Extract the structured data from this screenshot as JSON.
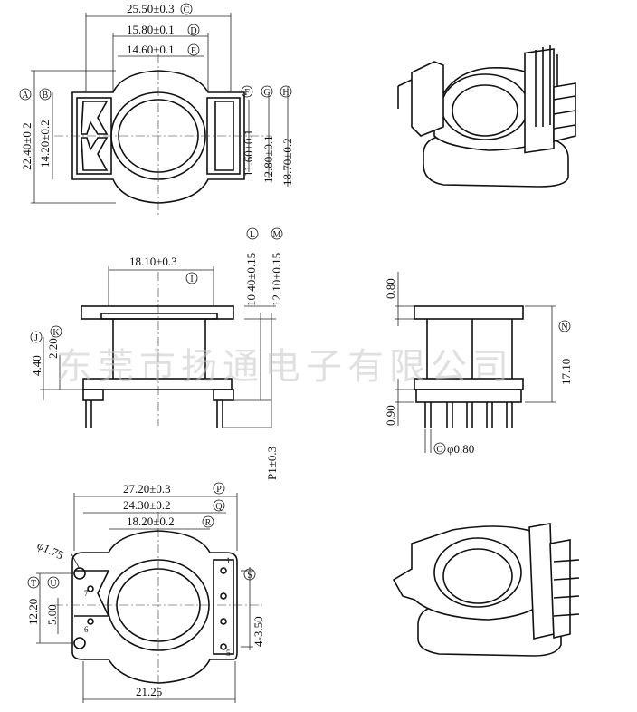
{
  "watermark": "东莞市扬通电子有限公司",
  "top_view": {
    "dims": {
      "overall_width": "25.50±0.3",
      "overall_width_ref": "C",
      "mid_width": "15.80±0.1",
      "mid_width_ref": "D",
      "inner_width": "14.60±0.1",
      "inner_width_ref": "E",
      "overall_height": "22.40±0.2",
      "overall_height_ref": "A",
      "slot_height": "14.20±0.2",
      "slot_height_ref": "B",
      "bore_height": "11.60±0.1",
      "bore_height_ref": "F",
      "mid_height": "12.80±0.1",
      "mid_height_ref": "G",
      "flange_height": "18.70±0.2",
      "flange_height_ref": "H"
    }
  },
  "side_view": {
    "dims": {
      "winding_width": "18.10±0.3",
      "winding_width_ref": "I",
      "height_l": "10.40±0.15",
      "height_l_ref": "L",
      "height_m": "12.10±0.15",
      "height_m_ref": "M",
      "base_height": "4.40",
      "base_height_ref": "J",
      "base_step": "2.20",
      "base_step_ref": "K",
      "pin_pitch": "P1±0.3"
    }
  },
  "front_view": {
    "dims": {
      "top_flange": "0.80",
      "total_height": "17.10",
      "total_height_ref": "N",
      "pin_stub": "0.90",
      "pin_dia": "φ0.80",
      "pin_dia_ref": "O"
    }
  },
  "bottom_view": {
    "dims": {
      "overall": "27.20±0.3",
      "overall_ref": "P",
      "mid": "24.30±0.2",
      "mid_ref": "Q",
      "inner": "18.20±0.2",
      "inner_ref": "R",
      "hole_dia": "φ1.75",
      "left_span": "12.20",
      "left_span_ref": "T",
      "left_pitch": "5.00",
      "left_pitch_ref": "U",
      "right_pitch": "4-3.50",
      "right_pitch_ref": "S",
      "bottom_width": "21.25"
    },
    "pin_labels": [
      "7",
      "6",
      "1",
      "5"
    ]
  }
}
